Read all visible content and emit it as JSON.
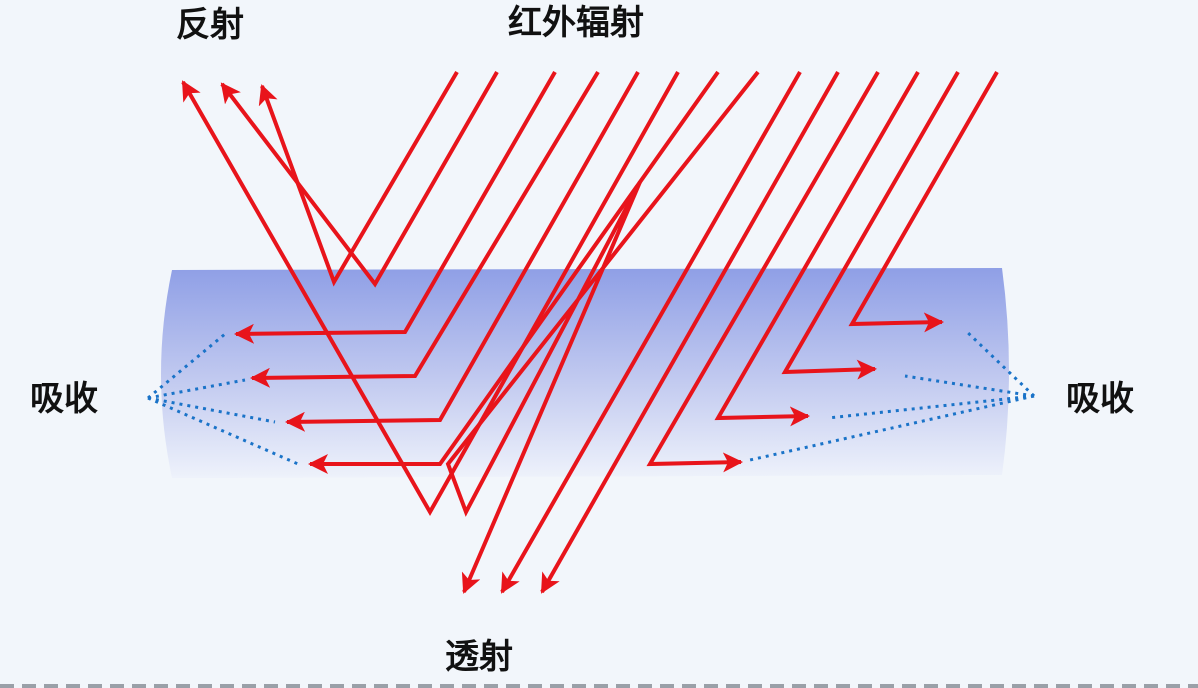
{
  "labels": {
    "reflection": "反射",
    "infrared_radiation": "红外辐射",
    "absorption_left": "吸收",
    "absorption_right": "吸收",
    "transmission": "透射"
  },
  "colors": {
    "ray": "#e8141b",
    "absorption_dots": "#1a73c8",
    "slab_top": "#8f9fe6",
    "slab_bottom": "#eef2fb",
    "background": "#f2f6fb",
    "text": "#111111"
  },
  "rays": {
    "incident_count": 14,
    "reflected_count": 3,
    "absorbed_left_count": 4,
    "absorbed_right_count": 4,
    "transmitted_count": 3
  }
}
